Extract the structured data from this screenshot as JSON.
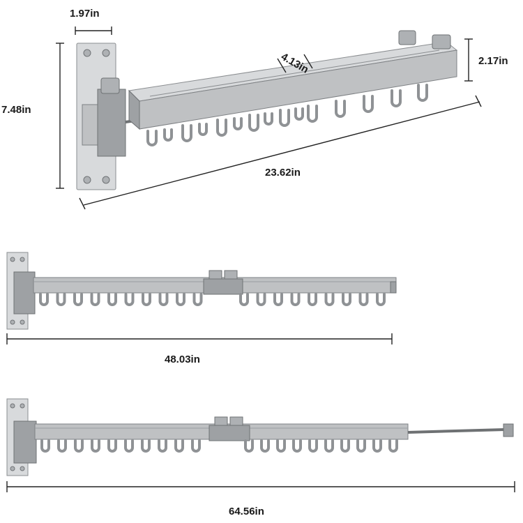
{
  "dimensions": {
    "width": "1.97in",
    "depth": "4.13in",
    "height_plate": "7.48in",
    "height_tube": "2.17in",
    "length_folded": "23.62in",
    "length_extended": "48.03in",
    "length_full": "64.56in"
  },
  "colors": {
    "metal": "#bfc1c3",
    "outline": "#7e8184",
    "text": "#1a1a1a"
  },
  "icons": [
    "mounting-plate-icon",
    "hanger-hook-icon",
    "bolt-icon",
    "extension-rod-icon"
  ]
}
